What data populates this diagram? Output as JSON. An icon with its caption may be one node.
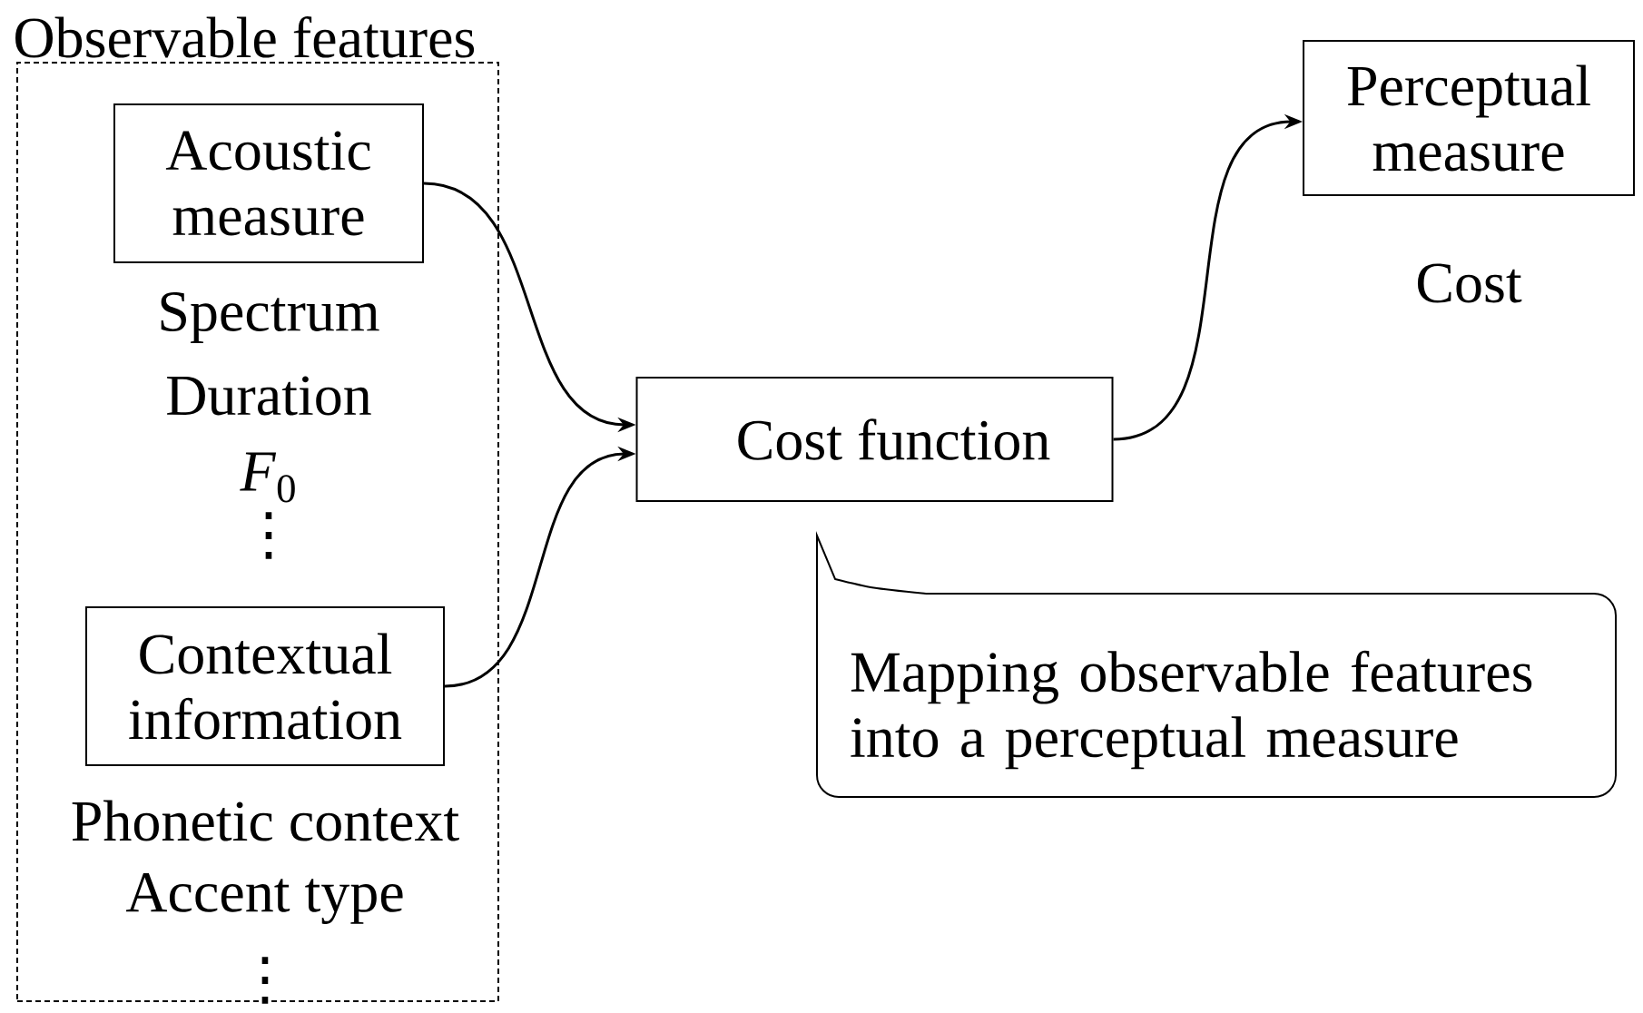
{
  "diagram": {
    "nodes": [
      {
        "text": [
          "Observable features"
        ]
      },
      {
        "text": [
          "Acoustic measure"
        ],
        "in": 0,
        "beside": [
          "Spectrum",
          "Duration",
          "*F*$_{0}$",
          "⋮"
        ]
      },
      {
        "text": [
          "Contextual information"
        ],
        "in": 0,
        "beside": [
          "Phonetic context",
          "Accent type",
          "⋮"
        ]
      },
      {
        "text": [
          "Cost function"
        ]
      },
      {
        "text": [
          "Perceptual measure"
        ],
        "beside": [
          "Cost"
        ]
      },
      {
        "text": [
          "Mapping observable features into a perceptual measure"
        ]
      }
    ],
    "edges": [
      {
        "from": 1,
        "to": 3,
        "arrow": "to"
      },
      {
        "from": 2,
        "to": 3,
        "arrow": "to"
      },
      {
        "from": 3,
        "to": 4,
        "arrow": "to"
      }
    ]
  }
}
